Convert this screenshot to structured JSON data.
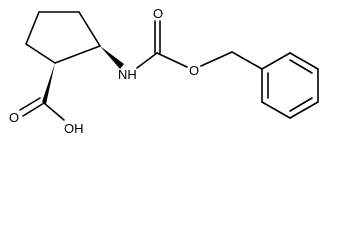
{
  "molecule": {
    "labels": {
      "nh": "NH",
      "o_carbamate_carbonyl": "O",
      "o_ester": "O",
      "o_acid_carbonyl": "O",
      "oh": "OH"
    }
  }
}
